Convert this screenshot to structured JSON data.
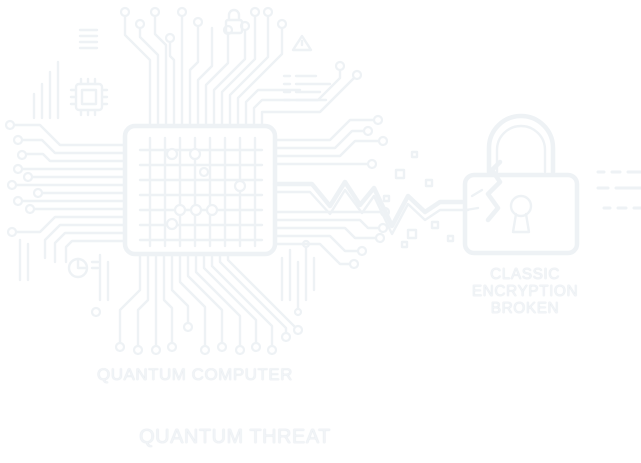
{
  "labels": {
    "quantum_computer": "QUANTUM COMPUTER",
    "quantum_threat": "QUANTUM THREAT",
    "broken_line1": "CLASSIC",
    "broken_line2": "ENCRYPTION",
    "broken_line3": "BROKEN"
  },
  "icons": [
    "quantum-chip-icon",
    "small-chip-icon",
    "lock-icon",
    "warning-triangle-icon",
    "bar-chart-icon",
    "pie-chart-icon",
    "broken-padlock-icon",
    "zigzag-signal-icon"
  ],
  "colors": {
    "background": "#ffffff",
    "line": "#eef2f5",
    "line_shadow": "#dfe5ea"
  }
}
